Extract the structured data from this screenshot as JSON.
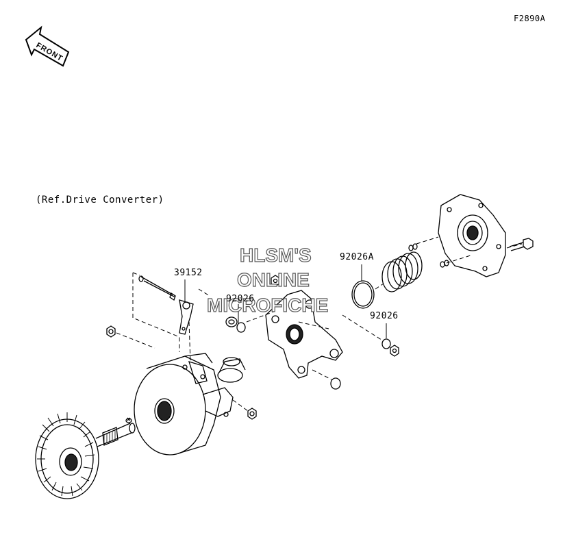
{
  "figure_code": "F2890A",
  "front_label": "FRONT",
  "reference_note": "(Ref.Drive Converter)",
  "part_numbers": {
    "p39152": "39152",
    "p92026_left": "92026",
    "p92026A": "92026A",
    "p92026_right": "92026"
  },
  "watermark": {
    "line1": "HLSM'S",
    "line2": "ONLINE",
    "line3": "MICROFICHE"
  }
}
